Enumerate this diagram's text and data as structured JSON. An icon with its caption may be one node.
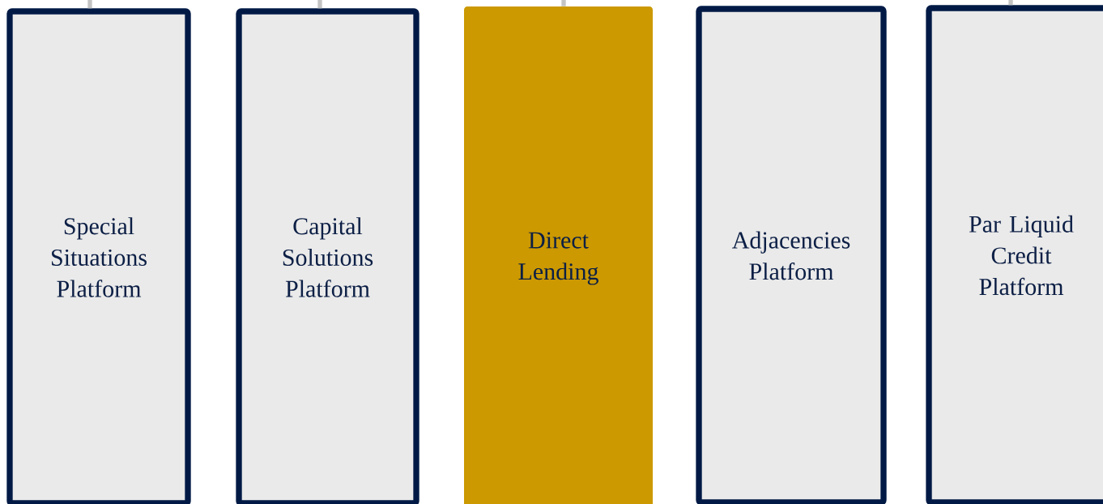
{
  "diagram": {
    "nodes": [
      {
        "text": [
          "Special Situations Platform"
        ]
      },
      {
        "text": [
          "Capital Solutions Platform"
        ]
      },
      {
        "text": [
          "Direct Lending"
        ]
      },
      {
        "text": [
          "Adjacencies Platform"
        ]
      },
      {
        "text": [
          "Par Liquid Credit Platform"
        ]
      }
    ],
    "edges": [
      {
        "from": null,
        "to": 0,
        "arrow": "none"
      },
      {
        "from": null,
        "to": 1,
        "arrow": "none"
      },
      {
        "from": null,
        "to": 2,
        "arrow": "none"
      },
      {
        "from": null,
        "to": 4,
        "arrow": "none"
      }
    ]
  }
}
